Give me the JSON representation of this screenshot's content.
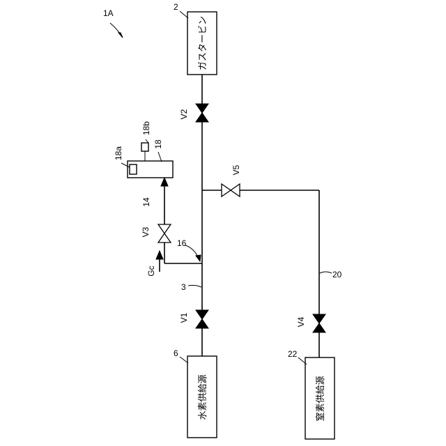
{
  "figure": {
    "ref": "1A"
  },
  "components": {
    "gas_turbine": {
      "ref": "2",
      "label": "ガスタービン"
    },
    "hydrogen_source": {
      "ref": "6",
      "label": "水素供給源"
    },
    "nitrogen_source": {
      "ref": "22",
      "label": "窒素供給源"
    },
    "analyzer": {
      "ref": "18",
      "sub_a": "18a",
      "sub_b": "18b"
    }
  },
  "valves": {
    "v1": "V1",
    "v2": "V2",
    "v3": "V3",
    "v4": "V4",
    "v5": "V5"
  },
  "lines": {
    "main_line": "3",
    "sample_line": "14",
    "branch_point": "16",
    "nitrogen_line": "20",
    "gas_sample": "Gc"
  }
}
